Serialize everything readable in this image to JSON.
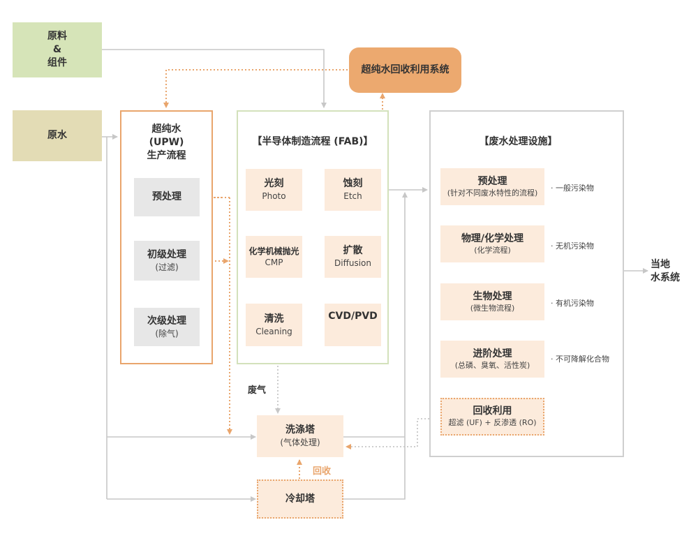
{
  "inputs": {
    "materials": [
      "原料",
      "&",
      "组件"
    ],
    "raw_water": "原水"
  },
  "recycle_system": "超纯水回收利用系统",
  "upw": {
    "title": [
      "超纯水",
      "(UPW)",
      "生产流程"
    ],
    "steps": [
      {
        "title": "预处理",
        "sub": ""
      },
      {
        "title": "初级处理",
        "sub": "(过滤)"
      },
      {
        "title": "次级处理",
        "sub": "(除气)"
      }
    ]
  },
  "fab": {
    "title": "【半导体制造流程 (FAB)】",
    "steps": [
      {
        "title": "光刻",
        "sub": "Photo"
      },
      {
        "title": "蚀刻",
        "sub": "Etch"
      },
      {
        "title": "化学机械抛光",
        "sub": "CMP"
      },
      {
        "title": "扩散",
        "sub": "Diffusion"
      },
      {
        "title": "清洗",
        "sub": "Cleaning"
      },
      {
        "title": "CVD/PVD",
        "sub": ""
      }
    ]
  },
  "wastewater": {
    "title": "【废水处理设施】",
    "steps": [
      {
        "title": "预处理",
        "sub": "(针对不同废水特性的流程)",
        "note": "· 一般污染物"
      },
      {
        "title": "物理/化学处理",
        "sub": "(化学流程)",
        "note": "· 无机污染物"
      },
      {
        "title": "生物处理",
        "sub": "(微生物流程)",
        "note": "· 有机污染物"
      },
      {
        "title": "进阶处理",
        "sub": "(总磷、臭氧、活性炭)",
        "note": "· 不可降解化合物"
      },
      {
        "title": "回收利用",
        "sub": "超滤 (UF) + 反渗透 (RO)",
        "note": ""
      }
    ]
  },
  "output": [
    "当地",
    "水系统"
  ],
  "labels": {
    "exhaust": "废气",
    "recovery": "回收"
  },
  "scrubber": {
    "title": "洗涤塔",
    "sub": "(气体处理)"
  },
  "cooling": {
    "title": "冷却塔"
  },
  "colors": {
    "line_gray": "#c7c7c7",
    "line_orange": "#e9a56c",
    "green_fill": "#d6e4b8",
    "beige_fill": "#e3dcb5",
    "peach_fill": "#eca96f",
    "cream_fill": "#fcebdc"
  }
}
